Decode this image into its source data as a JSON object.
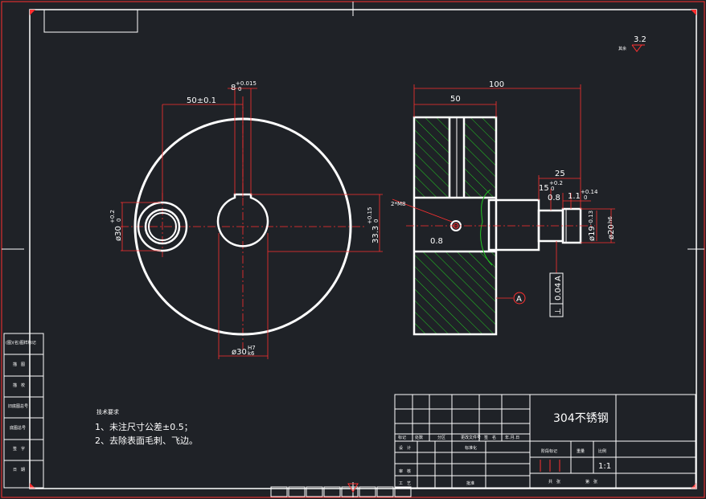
{
  "drawing": {
    "roughness": {
      "value": "3.2",
      "label": "其余"
    },
    "front_view": {
      "dim_width": "50±0.1",
      "dim_keyway": "8",
      "dim_keyway_tol_up": "+0.015",
      "dim_keyway_tol_low": "0",
      "dim_hole_dia": "ø30",
      "dim_hole_tol_up": "+0.2",
      "dim_hole_tol_low": "0",
      "dim_height": "33.3",
      "dim_height_tol_up": "+0.15",
      "dim_height_tol_low": "0",
      "dim_bore": "ø30",
      "dim_bore_fit_a": "H7",
      "dim_bore_fit_b": "k6"
    },
    "section_view": {
      "dim_total": "100",
      "dim_body": "50",
      "dim_shaft": "25",
      "dim_15": "15",
      "dim_15_tol_up": "+0.2",
      "dim_15_tol_low": "0",
      "dim_08_a": "0.8",
      "dim_08_b": "0.8",
      "dim_11": "1.1",
      "dim_11_tol_up": "+0.14",
      "dim_11_tol_low": "0",
      "dim_19": "ø19",
      "dim_19_tol": "-0.13",
      "dim_20": "ø20",
      "dim_20_fit": "h6",
      "thread_label": "2*M8",
      "gdt_symbol": "⊥",
      "gdt_value": "0.04",
      "gdt_datum": "A",
      "datum_label": "A"
    },
    "tech_requirements": {
      "title": "技术要求",
      "line1": "1、未注尺寸公差±0.5；",
      "line2": "2、去除表面毛刺、飞边。"
    },
    "left_strip": [
      "(图)(名)图样标记",
      "描　图",
      "描　校",
      "旧底图总号",
      "底图总号",
      "签　字",
      "日　期"
    ],
    "title_block": {
      "material": "304不锈钢",
      "row_labels": [
        "标记",
        "处数",
        "分区",
        "更改文件号",
        "签　名",
        "年.月.日"
      ],
      "design": "设　计",
      "standardize": "标准化",
      "stage_mark": "阶段标记",
      "weight": "重量",
      "scale_label": "比例",
      "scale": "1:1",
      "review": "审　核",
      "process": "工　艺",
      "approve": "批准",
      "sheets_total": "共　张",
      "sheet_no": "第　张"
    }
  }
}
